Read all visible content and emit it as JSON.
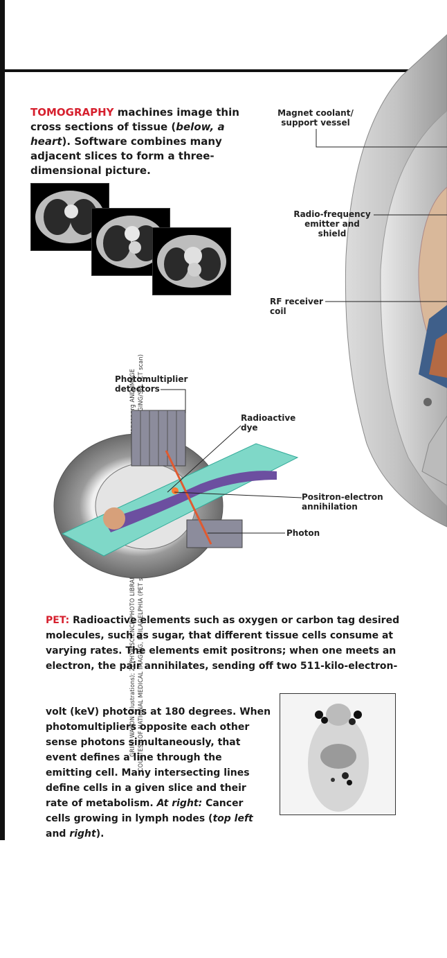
{
  "credit": {
    "line1": "GRIFF WASON (illustrations); ZEPHYR/SCIENCE PHOTO LIBRARY (MRI cross sections); REPRINTED FROM breastcancer.org AND IMAGE",
    "line2": "COURTESY OF NATIONAL MEDICAL IMAGING, PHILADELPHIA (PET scan); P. MARAZZI/SPL (MRI scan); DU CANE MEDICAL IMAGING/SPL (CT scan)"
  },
  "tomography": {
    "heading": "TOMOGRAPHY",
    "text1": " machines image thin cross sections of tissue (",
    "italic": "below, a heart",
    "text2": "). Software combines many adjacent slices to form a three-dimensional picture."
  },
  "mri_labels": {
    "coolant": "Magnet coolant/ support vessel",
    "rf_emitter": "Radio-frequency emitter and shield",
    "rf_receiver": "RF receiver coil"
  },
  "pet_labels": {
    "detectors": "Photomultiplier detectors",
    "dye": "Radioactive dye",
    "annihilation": "Positron-electron annihilation",
    "photon": "Photon"
  },
  "pet": {
    "heading": "PET:",
    "text_wide": " Radioactive elements such as oxygen or carbon tag desired molecules, such as sugar, that different tissue cells consume at varying rates. The elements emit positrons; when one meets an electron, the pair annihilates, sending off two 511-kilo-electron-",
    "text_narrow": "volt (keV) photons at 180 degrees. When photomultipliers opposite each other sense photons simultaneously, that event defines a line through the emitting cell. Many intersecting lines define cells in a given slice and their rate of metabolism. ",
    "at_right": "At right:",
    "tail1": " Cancer cells growing in lymph nodes (",
    "top_left": "top left",
    "and": " and ",
    "right": "right",
    "tail2": ")."
  }
}
